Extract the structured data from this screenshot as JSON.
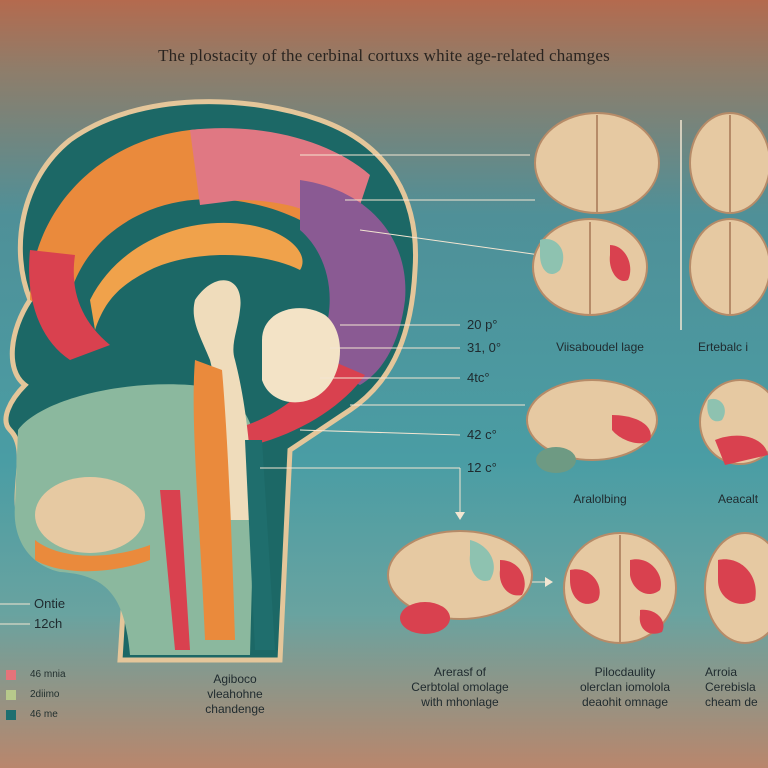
{
  "title": "The plostacity of the cerbinal cortuxs white age-related chamges",
  "scale_labels": [
    "20 p°",
    "31, 0°",
    "4tc°",
    "42 c°",
    "12 c°"
  ],
  "side_labels": [
    "Ontie",
    "12ch"
  ],
  "legend": [
    {
      "text": "46 mnia",
      "color": "#e5737a"
    },
    {
      "text": "2diimo",
      "color": "#b7c98b"
    },
    {
      "text": "46 me",
      "color": "#1e6f70"
    }
  ],
  "captions": {
    "row1_left": "Viisaboudel lage",
    "row1_right": "Ertebalc i",
    "row2_left": "Aralolbing",
    "row2_right": "Aeacalt",
    "bottom_1": "Agiboco\nvleahohne\nchandenge",
    "bottom_2": "Arerasf of\nCerbtolal omolage\nwith mhonlage",
    "bottom_3": "Pilocdaulity\nolerclan iomolola\ndeaohit omnage",
    "bottom_4": "Arroia\nCerebisla\ncheam de"
  },
  "colors": {
    "accent_red": "#d9414f",
    "cortex_orange": "#ea8a3c",
    "cortex_pink": "#e07883",
    "cortex_purple": "#8a5a93",
    "deep_teal": "#1f6e6d",
    "brain_tan": "#e6c9a2"
  }
}
